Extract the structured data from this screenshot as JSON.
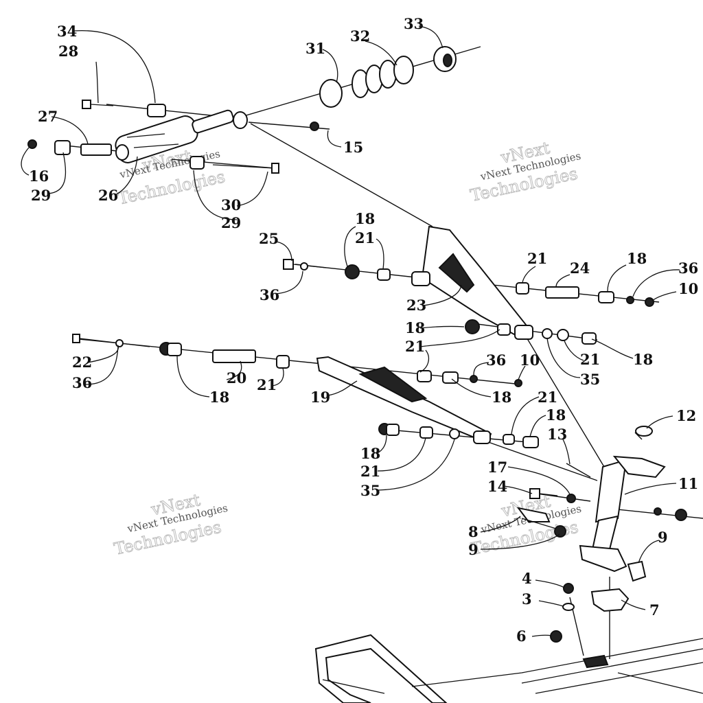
{
  "watermark": {
    "line1": "vNext",
    "line2": "Technologies",
    "small": "vNext Technologies"
  },
  "labels": {
    "l34": "34",
    "l28": "28",
    "l31": "31",
    "l32": "32",
    "l33": "33",
    "l27": "27",
    "l16": "16",
    "l29a": "29",
    "l26": "26",
    "l15": "15",
    "l30": "30",
    "l29b": "29",
    "l25": "25",
    "l36a": "36",
    "l18a": "18",
    "l21a": "21",
    "l21b": "21",
    "l24": "24",
    "l18b": "18",
    "l36b": "36",
    "l10a": "10",
    "l23": "23",
    "l18c": "18",
    "l21c": "21",
    "l21d": "21",
    "l35a": "35",
    "l18d": "18",
    "l22": "22",
    "l36c": "36",
    "l20": "20",
    "l18e": "18",
    "l21e": "21",
    "l19": "19",
    "l36d": "36",
    "l10b": "10",
    "l18f": "18",
    "l21f": "21",
    "l18g": "18",
    "l13": "13",
    "l12": "12",
    "l18h": "18",
    "l21g": "21",
    "l35b": "35",
    "l17": "17",
    "l14": "14",
    "l11": "11",
    "l8": "8",
    "l9a": "9",
    "l9b": "9",
    "l4": "4",
    "l3": "3",
    "l7": "7",
    "l6": "6"
  }
}
